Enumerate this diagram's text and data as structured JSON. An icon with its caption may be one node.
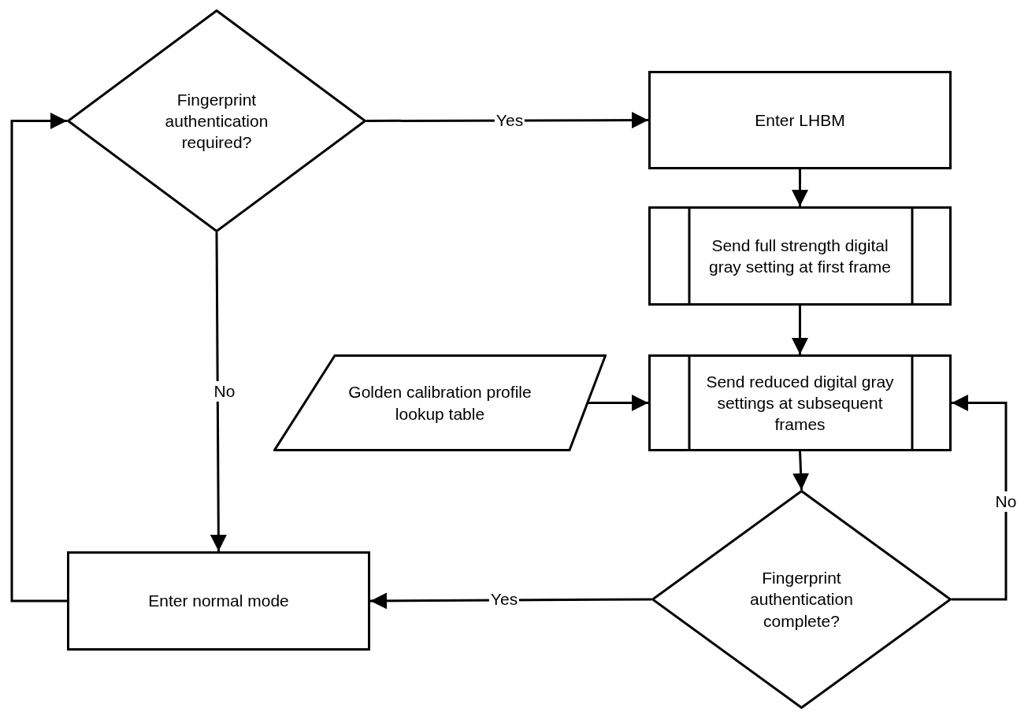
{
  "diagram": {
    "nodes": [
      {
        "text": [
          "Fingerprint authentication required?"
        ]
      },
      {
        "text": [
          "Enter LHBM"
        ]
      },
      {
        "text": [
          "Send full strength digital gray setting at first frame"
        ]
      },
      {
        "text": [
          "Send reduced digital gray settings at subsequent frames"
        ]
      },
      {
        "text": [
          "Golden calibration profile lookup table"
        ]
      },
      {
        "text": [
          "Fingerprint authentication complete?"
        ]
      },
      {
        "text": [
          "Enter normal mode"
        ]
      }
    ],
    "edges": [
      {
        "from": 0,
        "to": 1,
        "arrow": "to",
        "label": "Yes"
      },
      {
        "from": 1,
        "to": 2,
        "arrow": "to"
      },
      {
        "from": 2,
        "to": 3,
        "arrow": "to"
      },
      {
        "from": 4,
        "to": 3,
        "arrow": "to"
      },
      {
        "from": 3,
        "to": 5,
        "arrow": "to"
      },
      {
        "from": 5,
        "to": 3,
        "arrow": "to",
        "label": "No"
      },
      {
        "from": 5,
        "to": 6,
        "arrow": "to",
        "label": "Yes"
      },
      {
        "from": 0,
        "to": 6,
        "arrow": "to",
        "label": "No"
      },
      {
        "from": 6,
        "to": 0,
        "arrow": "to"
      }
    ]
  }
}
